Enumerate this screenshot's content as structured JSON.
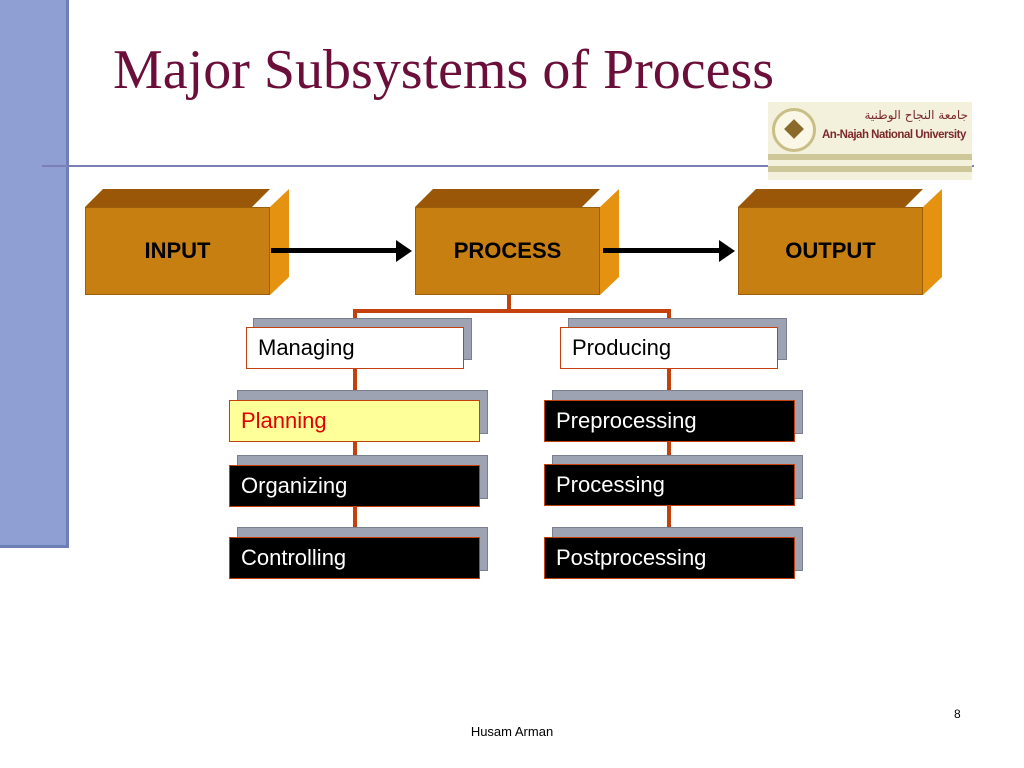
{
  "slide": {
    "title": "Major Subsystems of Process",
    "page_number": "8",
    "author": "Husam Arman"
  },
  "logo": {
    "name_ar": "جامعة النجاح الوطنية",
    "name_en": "An-Najah National University"
  },
  "flow": {
    "input": "INPUT",
    "process": "PROCESS",
    "output": "OUTPUT"
  },
  "managing": {
    "label": "Managing",
    "items": [
      "Planning",
      "Organizing",
      "Controlling"
    ]
  },
  "producing": {
    "label": "Producing",
    "items": [
      "Preprocessing",
      "Processing",
      "Postprocessing"
    ]
  },
  "colors": {
    "title": "#6b0f3a",
    "box_front": "#c87f12",
    "connector": "#c2410c",
    "highlight_bg": "#ffff99",
    "highlight_text": "#e00000",
    "sidebar": "#8f9fd3"
  }
}
